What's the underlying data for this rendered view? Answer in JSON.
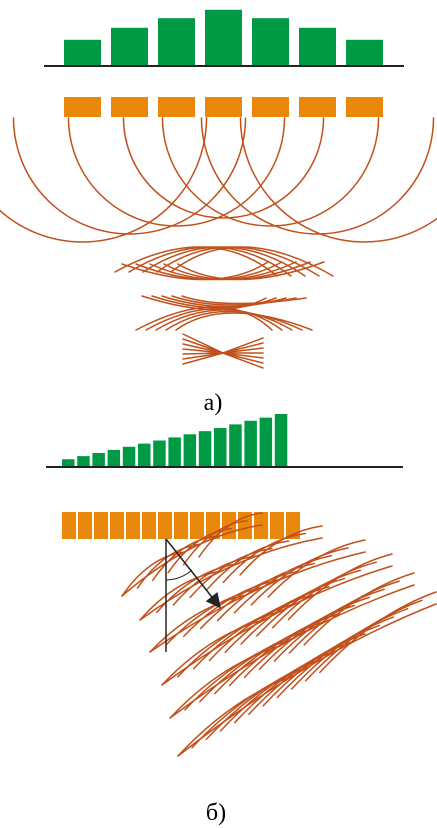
{
  "colors": {
    "bar": "#009a44",
    "element": "#e8870a",
    "wave": "#c1501b",
    "axis": "#222222",
    "arrow": "#222222"
  },
  "panel_a": {
    "caption": "а)",
    "amplitudes": [
      0.42,
      0.62,
      0.78,
      0.92,
      0.78,
      0.62,
      0.42
    ],
    "element_count": 7
  },
  "panel_b": {
    "caption": "б)",
    "amplitudes": [
      0.13,
      0.19,
      0.25,
      0.31,
      0.37,
      0.43,
      0.49,
      0.55,
      0.61,
      0.67,
      0.73,
      0.8,
      0.87,
      0.93,
      1.0
    ],
    "element_count": 15
  }
}
